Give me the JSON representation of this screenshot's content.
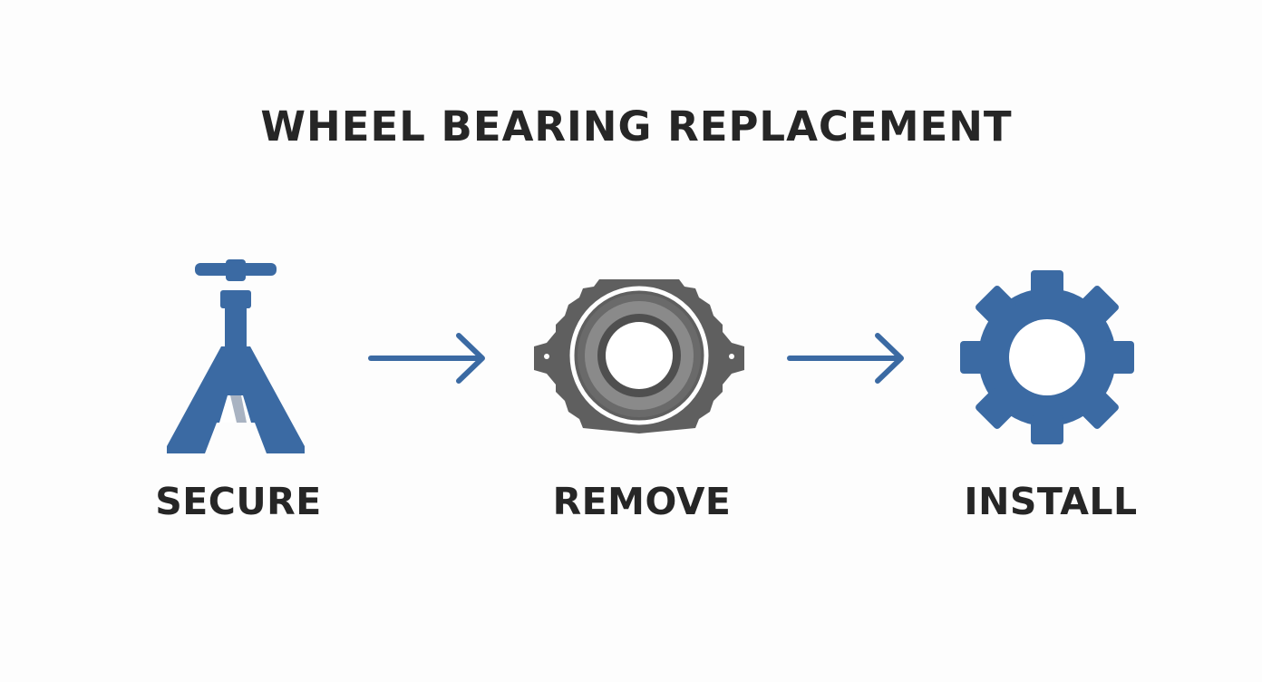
{
  "title": "WHEEL BEARING REPLACEMENT",
  "steps": [
    {
      "label": "SECURE",
      "icon": "jack-stand-icon"
    },
    {
      "label": "REMOVE",
      "icon": "wheel-bearing-icon"
    },
    {
      "label": "INSTALL",
      "icon": "gear-icon"
    }
  ],
  "connectors": [
    "arrow-right-icon",
    "arrow-right-icon"
  ],
  "colors": {
    "accent_blue": "#3b6aa3",
    "bearing_dark": "#5f5f5f",
    "bearing_mid": "#8a8a8a",
    "text": "#262626",
    "background": "#fdfdfd"
  }
}
